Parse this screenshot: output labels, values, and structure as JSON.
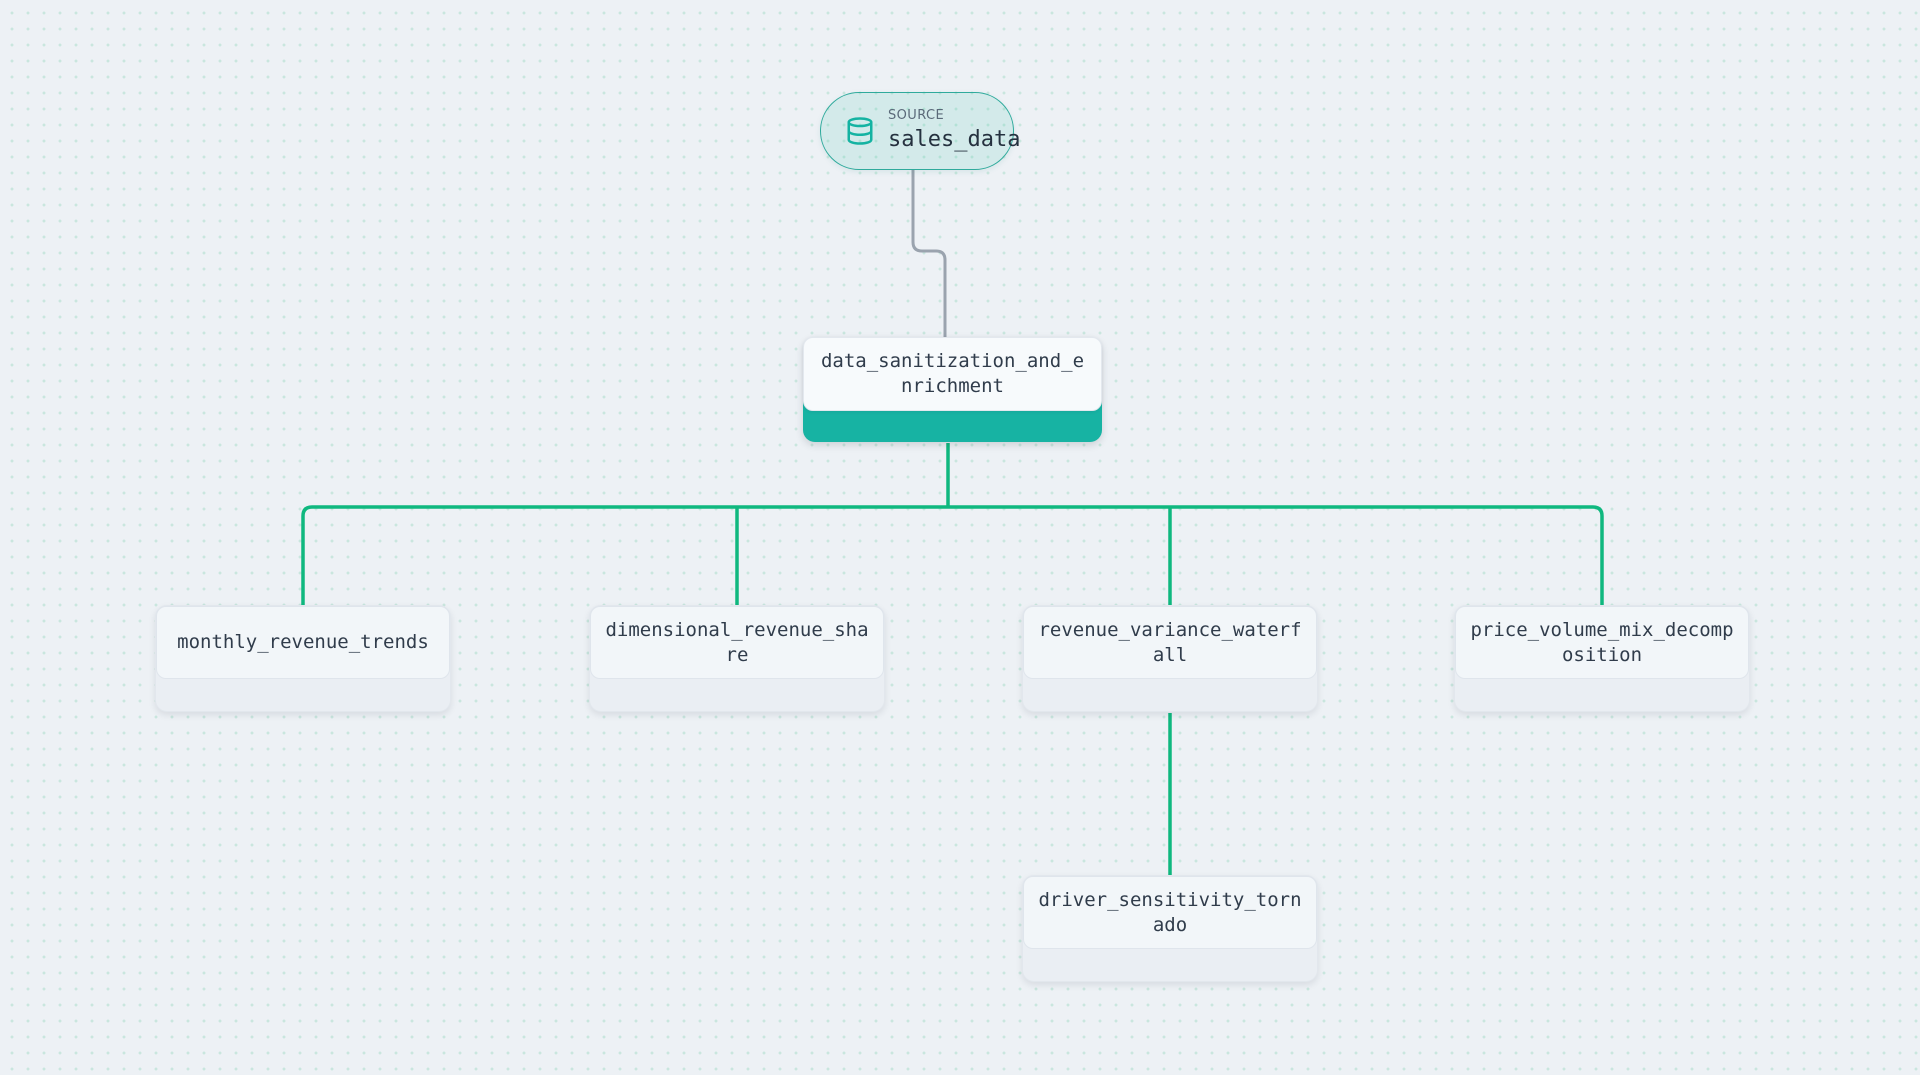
{
  "canvas": {
    "background_color": "#edf1f5",
    "dot_color": "#c9e6de"
  },
  "colors": {
    "teal_accent": "#17b3a3",
    "edge_green": "#0fb87f",
    "edge_gray": "#9aa3ae",
    "source_border": "#2faa9c",
    "title_text": "#303c4b",
    "label_text": "#5a6979"
  },
  "source_node": {
    "kind_label": "SOURCE",
    "name": "sales_data",
    "icon": "database-icon"
  },
  "transform_node": {
    "name": "data_sanitization_and_enrichment"
  },
  "output_nodes": [
    {
      "name": "monthly_revenue_trends"
    },
    {
      "name": "dimensional_revenue_share"
    },
    {
      "name": "revenue_variance_waterfall"
    },
    {
      "name": "price_volume_mix_decomposition"
    }
  ],
  "detail_node": {
    "name": "driver_sensitivity_tornado"
  },
  "edges": [
    {
      "from": "sales_data",
      "to": "data_sanitization_and_enrichment",
      "color": "gray"
    },
    {
      "from": "data_sanitization_and_enrichment",
      "to": "monthly_revenue_trends",
      "color": "green"
    },
    {
      "from": "data_sanitization_and_enrichment",
      "to": "dimensional_revenue_share",
      "color": "green"
    },
    {
      "from": "data_sanitization_and_enrichment",
      "to": "revenue_variance_waterfall",
      "color": "green"
    },
    {
      "from": "data_sanitization_and_enrichment",
      "to": "price_volume_mix_decomposition",
      "color": "green"
    },
    {
      "from": "revenue_variance_waterfall",
      "to": "driver_sensitivity_tornado",
      "color": "green"
    }
  ]
}
